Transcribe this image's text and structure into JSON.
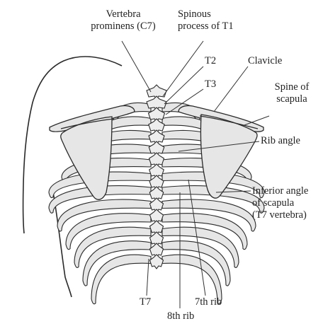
{
  "labels": {
    "vertebra_prominens": [
      "Vertebra",
      "prominens (C7)"
    ],
    "spinous_process_t1": [
      "Spinous",
      "process of T1"
    ],
    "t2": "T2",
    "t3": "T3",
    "clavicle": "Clavicle",
    "spine_of_scapula": [
      "Spine of",
      "scapula"
    ],
    "rib_angle": "Rib angle",
    "inferior_angle": [
      "Inferior angle",
      "of scapula",
      "(T7 vertebra)"
    ],
    "t7": "T7",
    "seventh_rib": "7th rib",
    "eighth_rib": "8th rib"
  },
  "colors": {
    "bone_fill": "#e6e6e6",
    "outline": "#2a2a2a",
    "leader": "#333333",
    "text": "#222222"
  }
}
